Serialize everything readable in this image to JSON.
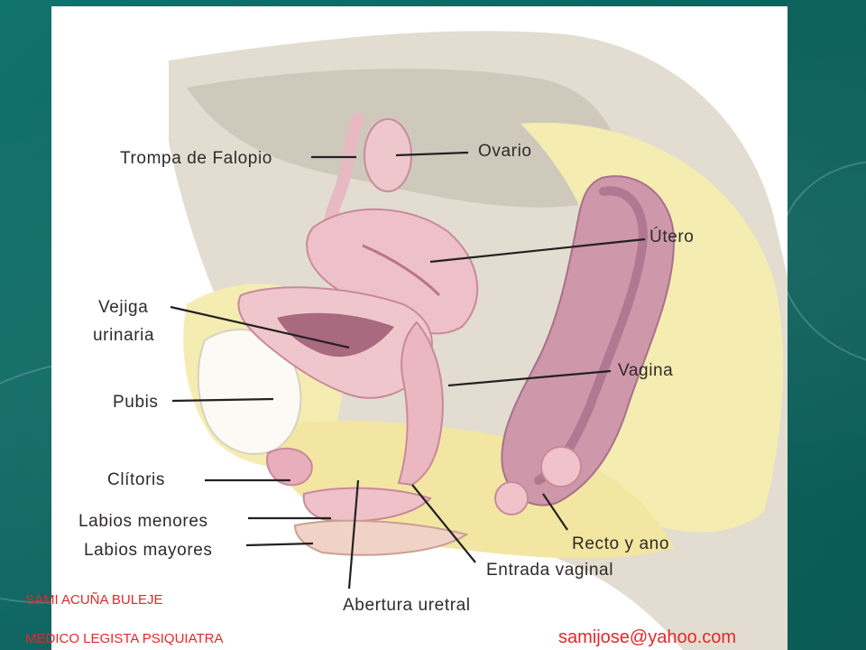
{
  "labels": {
    "trompa": "Trompa de Falopio",
    "ovario": "Ovario",
    "utero": "Útero",
    "vejiga_1": "Vejiga",
    "vejiga_2": "urinaria",
    "pubis": "Pubis",
    "vagina": "Vagina",
    "clitoris": "Clítoris",
    "labios_menores": "Labios menores",
    "labios_mayores": "Labios mayores",
    "recto": "Recto y ano",
    "entrada": "Entrada vaginal",
    "abertura": "Abertura uretral"
  },
  "footer": {
    "author": "SAMI ACUÑA BULEJE",
    "title": "MEDICO LEGISTA  PSIQUIATRA",
    "email": "samijose@yahoo.com"
  },
  "colors": {
    "background": "#0f6b66",
    "footer_text": "#e8262a",
    "tissue_pink": "#e9b3bd",
    "fat_yellow": "#f4e9a8",
    "organ_mauve": "#c98fa3"
  }
}
